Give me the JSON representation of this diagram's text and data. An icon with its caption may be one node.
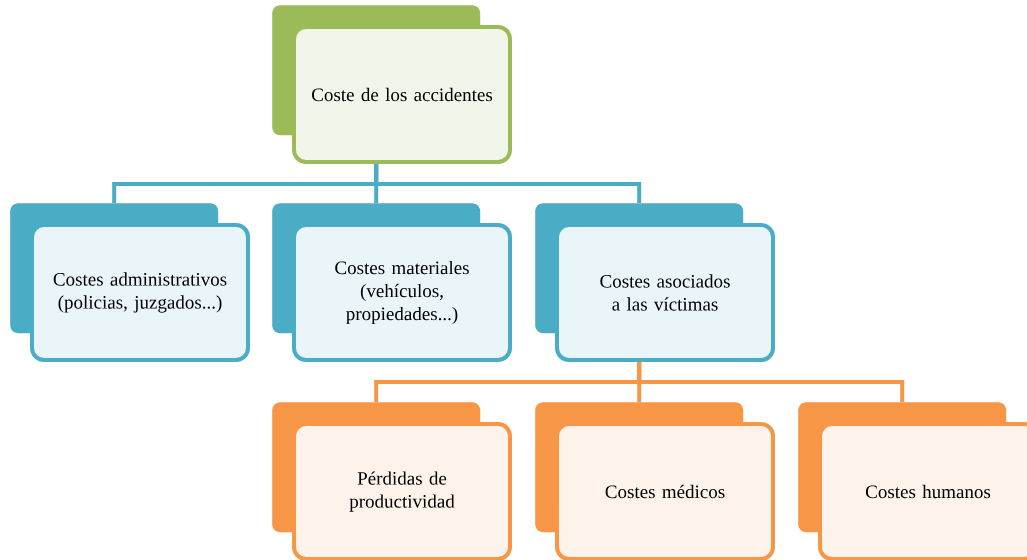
{
  "diagram": {
    "nodes": [
      {
        "text": [
          "Coste de los accidentes"
        ]
      },
      {
        "text": [
          "Costes administrativos (policias, juzgados...)"
        ]
      },
      {
        "text": [
          "Costes materiales (vehículos, propiedades...)"
        ]
      },
      {
        "text": [
          "Costes asociados a las víctimas"
        ]
      },
      {
        "text": [
          "Pérdidas de productividad"
        ]
      },
      {
        "text": [
          "Costes médicos"
        ]
      },
      {
        "text": [
          "Costes humanos"
        ]
      }
    ],
    "edges": [
      {
        "from": 0,
        "to": 1,
        "arrow": "none",
        "color": "#4bacc6"
      },
      {
        "from": 0,
        "to": 2,
        "arrow": "none",
        "color": "#4bacc6"
      },
      {
        "from": 0,
        "to": 3,
        "arrow": "none",
        "color": "#4bacc6"
      },
      {
        "from": 3,
        "to": 4,
        "arrow": "none",
        "color": "#f79646"
      },
      {
        "from": 3,
        "to": 5,
        "arrow": "none",
        "color": "#f79646"
      },
      {
        "from": 3,
        "to": 6,
        "arrow": "none",
        "color": "#f79646"
      }
    ]
  }
}
